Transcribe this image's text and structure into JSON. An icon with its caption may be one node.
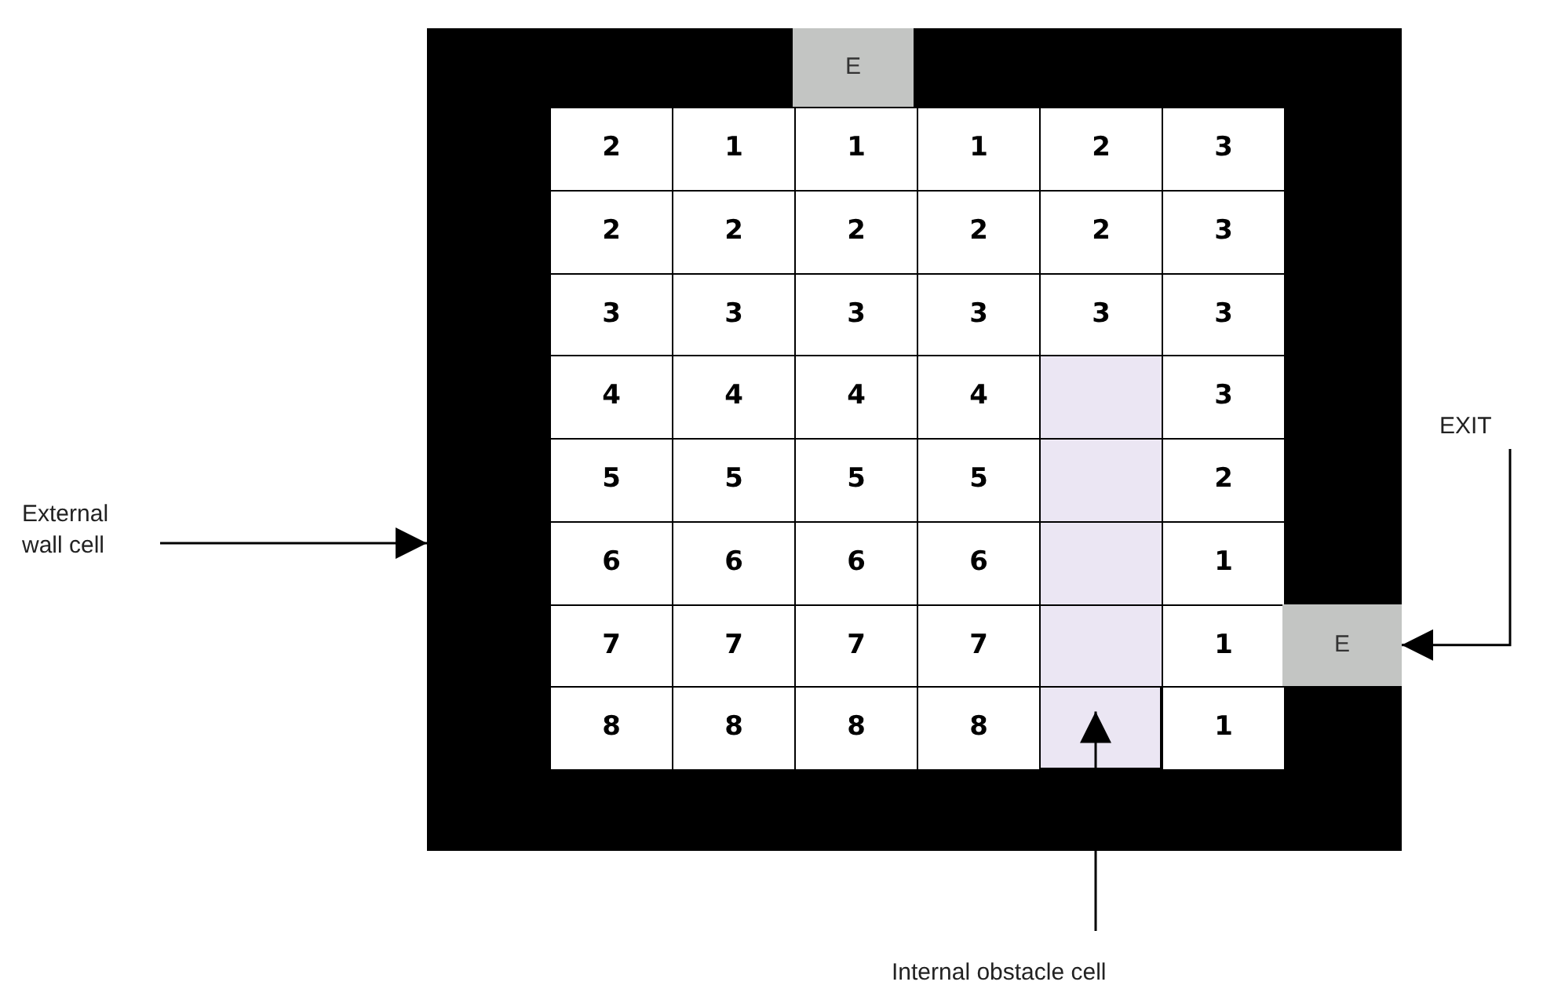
{
  "diagram": {
    "nodes": [
      {
        "text": [],
        "shape": "box"
      },
      {
        "text": [
          "E"
        ],
        "in": 0
      },
      {
        "text": [
          "E"
        ],
        "in": 0
      },
      {
        "text": [],
        "shape": "box",
        "in": 0
      },
      {
        "text": [
          "External wall cell"
        ]
      },
      {
        "text": [
          "EXIT"
        ]
      },
      {
        "text": [
          "Internal obstacle cell"
        ]
      }
    ],
    "edges": [
      {
        "from": 4,
        "to": 0,
        "arrow": "to"
      },
      {
        "from": 5,
        "to": 2,
        "arrow": "to"
      },
      {
        "from": 6,
        "to": 3,
        "arrow": "to"
      }
    ],
    "labels": [
      "2",
      "1",
      "1",
      "1",
      "2",
      "3",
      "2",
      "2",
      "2",
      "2",
      "2",
      "3",
      "3",
      "3",
      "3",
      "3",
      "3",
      "3",
      "4",
      "4",
      "4",
      "4",
      "3",
      "5",
      "5",
      "5",
      "5",
      "2",
      "6",
      "6",
      "6",
      "6",
      "1",
      "7",
      "7",
      "7",
      "7",
      "1",
      "8",
      "8",
      "8",
      "8",
      "1"
    ]
  }
}
